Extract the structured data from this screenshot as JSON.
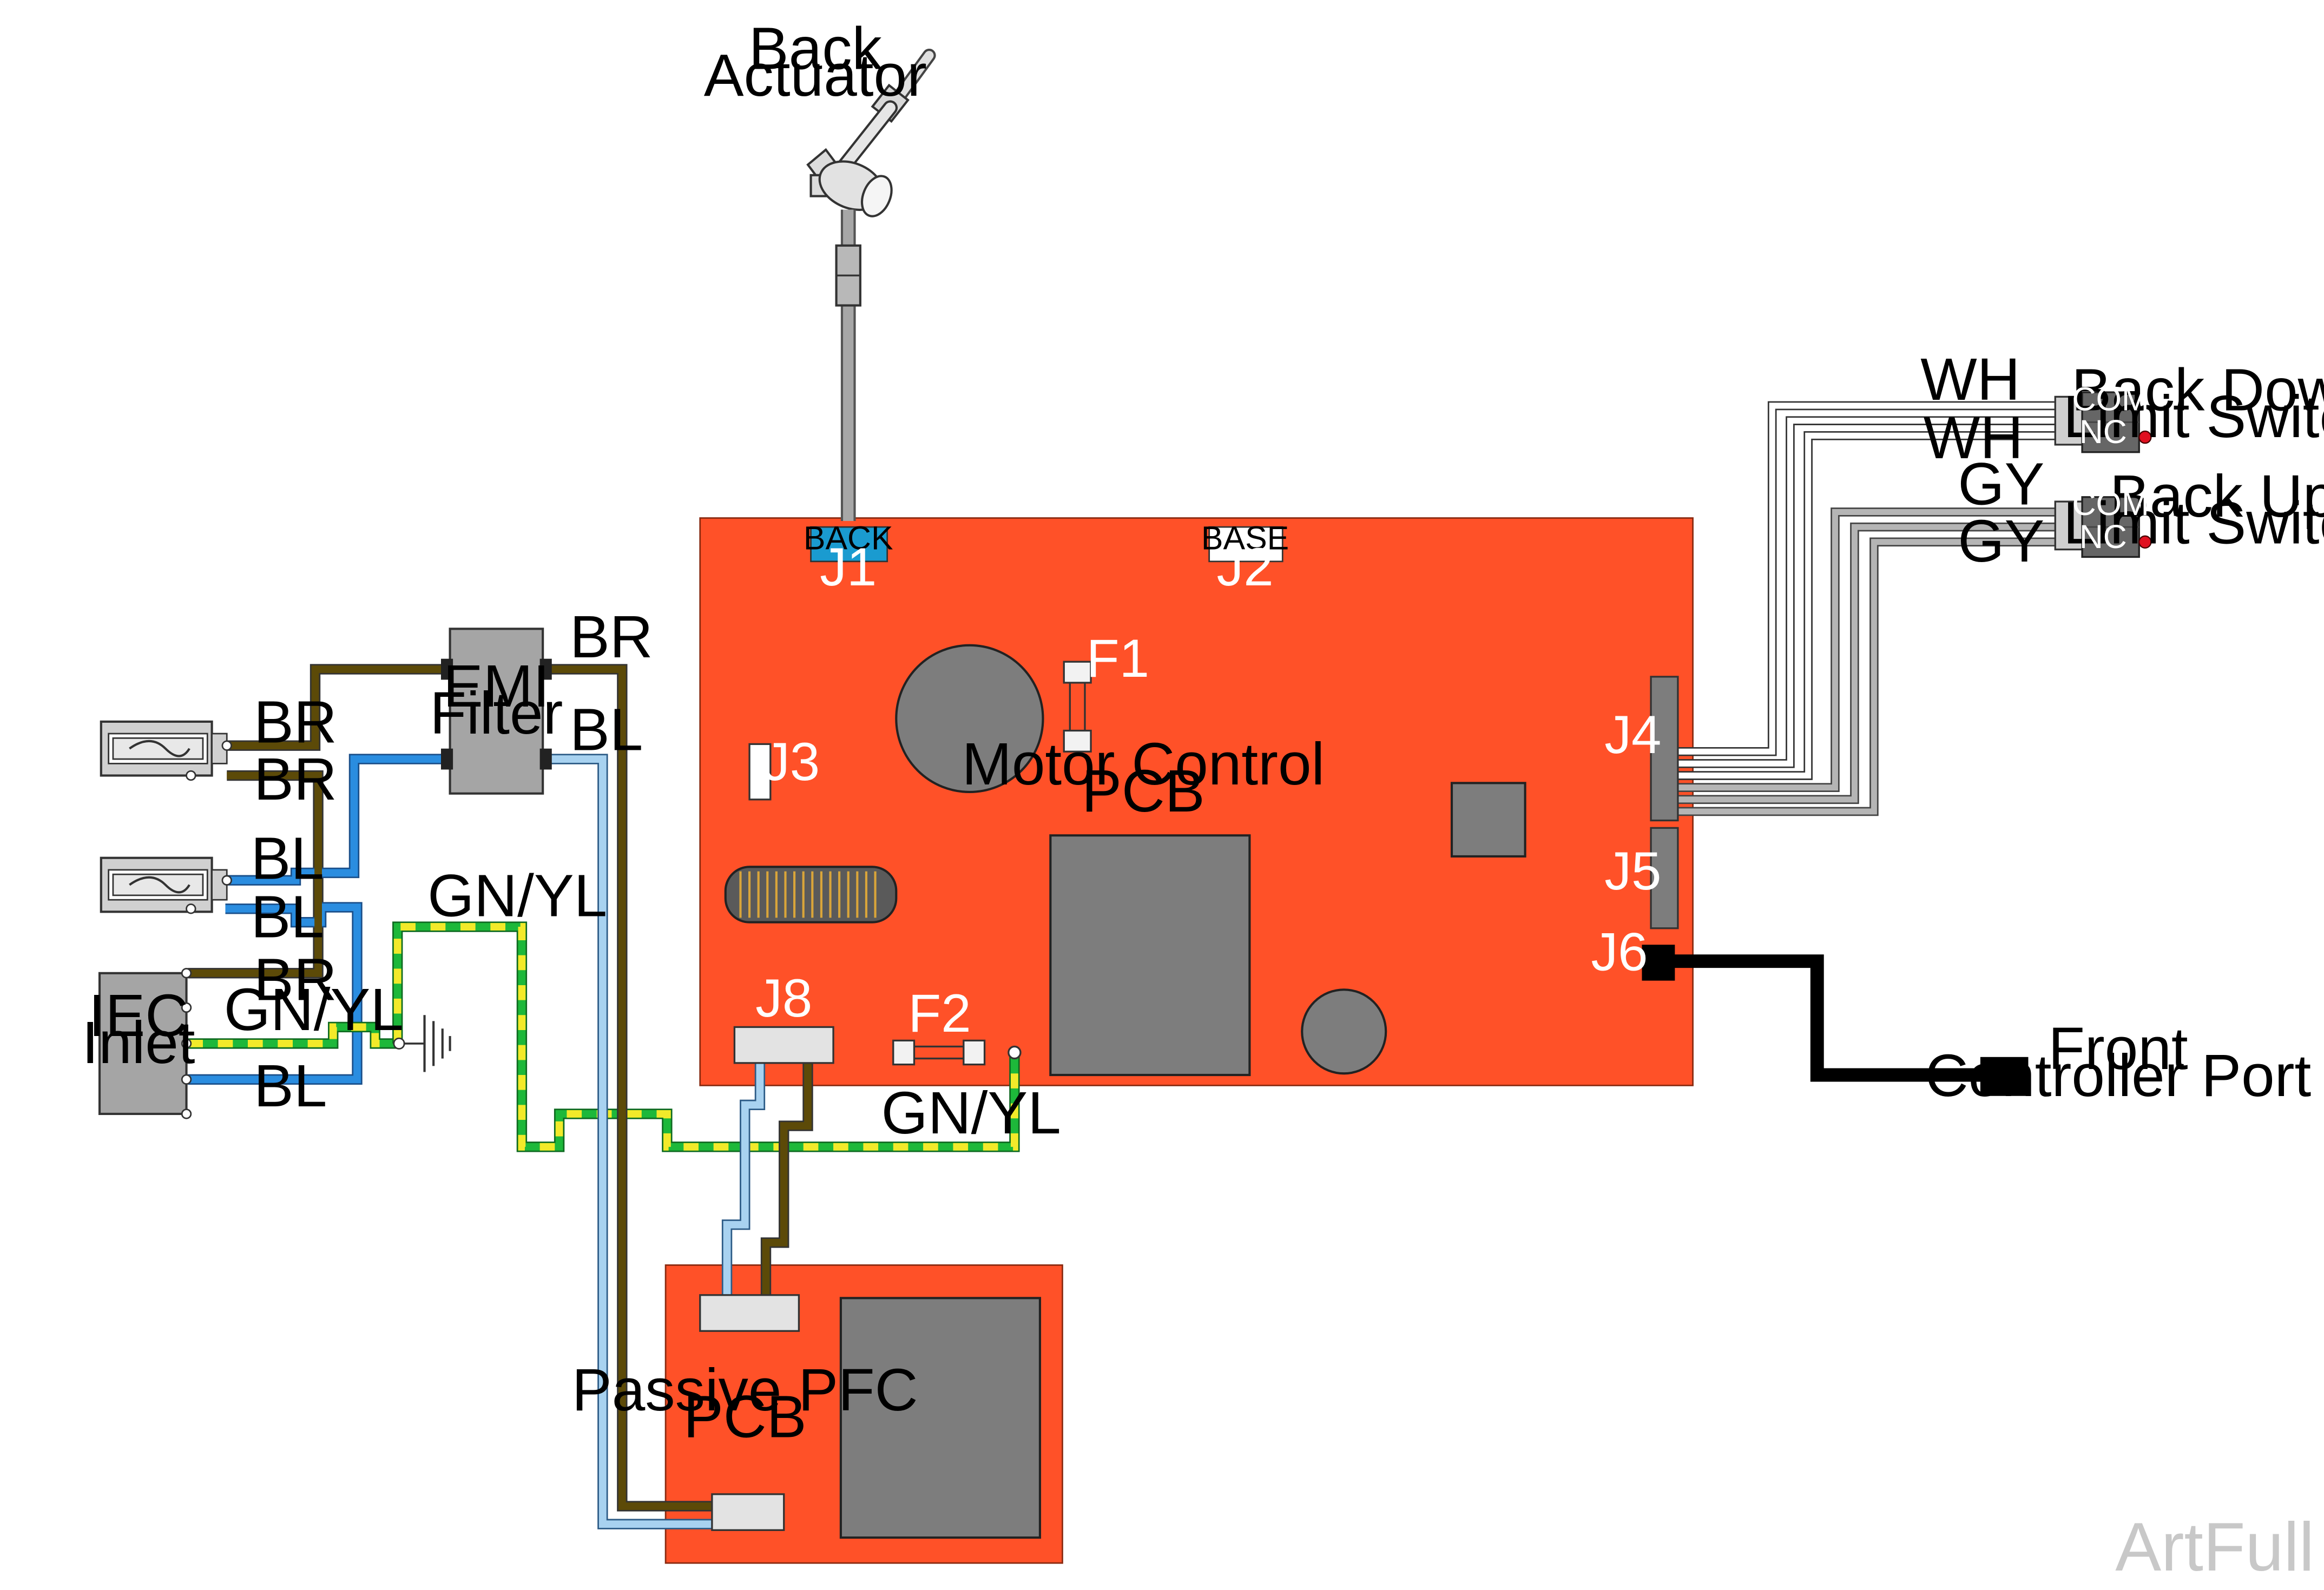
{
  "components": {
    "back_actuator": [
      "Back",
      "Actuator"
    ],
    "emi_filter": [
      "EMI",
      "Filter"
    ],
    "iec_inlet": [
      "IEC",
      "Inlet"
    ],
    "motor_control_pcb": [
      "Motor Control",
      "PCB"
    ],
    "passive_pfc_pcb": [
      "Passive PFC",
      "PCB"
    ],
    "back_down_switch": [
      "Back Down",
      "Limit Switch"
    ],
    "back_up_switch": [
      "Back Up",
      "Limit Switch"
    ],
    "front_controller_port": [
      "Front",
      "Controller Port"
    ]
  },
  "connectors": {
    "j1_label": "BACK",
    "j1": "J1",
    "j2_label": "BASE",
    "j2": "J2",
    "j3": "J3",
    "j4": "J4",
    "j5": "J5",
    "j6": "J6",
    "j8": "J8"
  },
  "fuses": {
    "f1": "F1",
    "f2": "F2"
  },
  "switch_terminals": {
    "com": "COM",
    "nc": "NC"
  },
  "wire_labels": {
    "br_fuse": "BR",
    "br_fuse2": "BR",
    "br_inlet": "BR",
    "br_emi": "BR",
    "bl_fuse": "BL",
    "bl_fuse2": "BL",
    "bl_inlet": "BL",
    "bl_emi": "BL",
    "gnyl_inlet": "GN/YL",
    "gnyl_ground": "GN/YL",
    "gnyl_board": "GN/YL",
    "wh_top": "WH",
    "wh_bottom": "WH",
    "gy_top": "GY",
    "gy_bottom": "GY"
  },
  "watermark": "ArtFull",
  "colors": {
    "pcb_orange": "#ff5128",
    "brown_wire": "#5c4a08",
    "blue_wire": "#2a8de0",
    "light_blue_wire": "#a8d2f0",
    "green_wire": "#1db83a",
    "yellow_wire": "#f2ea2a",
    "gray_wire": "#a7a7a7",
    "connector_blue": "#1a9bd0"
  }
}
